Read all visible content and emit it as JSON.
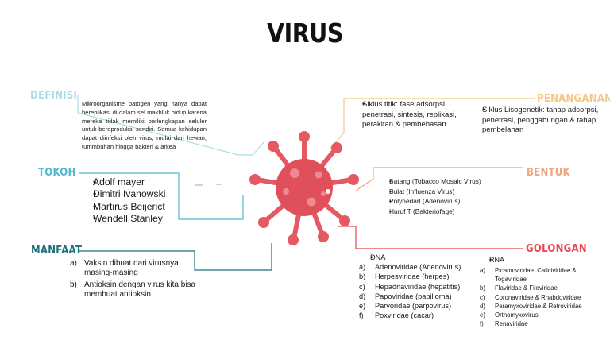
{
  "title": "VIRUS",
  "definisi": {
    "heading": "DEFINISI",
    "text": "Mikroorganisme patogen yang hanya dapat bereplikasi di dalam sel makhluk hidup karena mereka tidak memiliki perlengkapan seluler untuk bereproduksi sendiri. Semua kehidupan dapat diinfeksi oleh virus, mulai dari hewan, tummbuhan hingga bakteri & arkea"
  },
  "tokoh": {
    "heading": "TOKOH",
    "items": [
      "Adolf mayer",
      "Dimitri Ivanowski",
      "Martirus Beijerict",
      "Wendell Stanley"
    ]
  },
  "manfaat": {
    "heading": "MANFAAT",
    "items": [
      {
        "marker": "a)",
        "text": "Vaksin dibuat dari virusnya masing-masing"
      },
      {
        "marker": "b)",
        "text": "Antioksin dengan virus kita bisa membuat antioksin"
      }
    ]
  },
  "penanganan": {
    "heading": "PENANGANAN",
    "items": [
      "Siklus titik: fase adsorpsi, penetrasi, sintesis, replikasi, perakitan & pembebasan",
      "Siklus Lisogenetik: tahap adsorpsi, penetrasi, penggabungan & tahap pembelahan"
    ]
  },
  "bentuk": {
    "heading": "BENTUK",
    "items": [
      "Batang (Tobacco Mosaic Virus)",
      "Bulat (Influenza Virus)",
      "Polyhedarl (Adenovirus)",
      "Huruf T (Bakteriofage)"
    ]
  },
  "golongan": {
    "heading": "GOLONGAN",
    "dna": {
      "label": "DNA",
      "items": [
        {
          "marker": "a)",
          "text": "Adenoviridae (Adenovirus)"
        },
        {
          "marker": "b)",
          "text": "Herpesviridae (herpes)"
        },
        {
          "marker": "c)",
          "text": "Hepadnaviridae (hepatitis)"
        },
        {
          "marker": "d)",
          "text": "Papoviridae (papilloma)"
        },
        {
          "marker": "e)",
          "text": "Parvoridae (parpovirus)"
        },
        {
          "marker": "f)",
          "text": "Poxviridae (cacar)"
        }
      ]
    },
    "rna": {
      "label": "RNA",
      "items": [
        {
          "marker": "a)",
          "text": "Picamoviridae, Caliciviridae & Togaviridae"
        },
        {
          "marker": "b)",
          "text": "Flaviridae & Filoviridae"
        },
        {
          "marker": "c)",
          "text": "Coronaviridae & Rhabdoviridae"
        },
        {
          "marker": "d)",
          "text": "Paramyxoviridae & Retroviridae"
        },
        {
          "marker": "e)",
          "text": "Orthomyxovirus"
        },
        {
          "marker": "f)",
          "text": "Renaviridae"
        }
      ]
    }
  },
  "colors": {
    "definisi": "#a9dde8",
    "tokoh": "#4fb8cf",
    "manfaat": "#1f6f7c",
    "penanganan": "#f4c68a",
    "bentuk": "#f2a57e",
    "golongan": "#e8474f",
    "virus_body": "#e0505a",
    "virus_spike": "#e55a62"
  }
}
